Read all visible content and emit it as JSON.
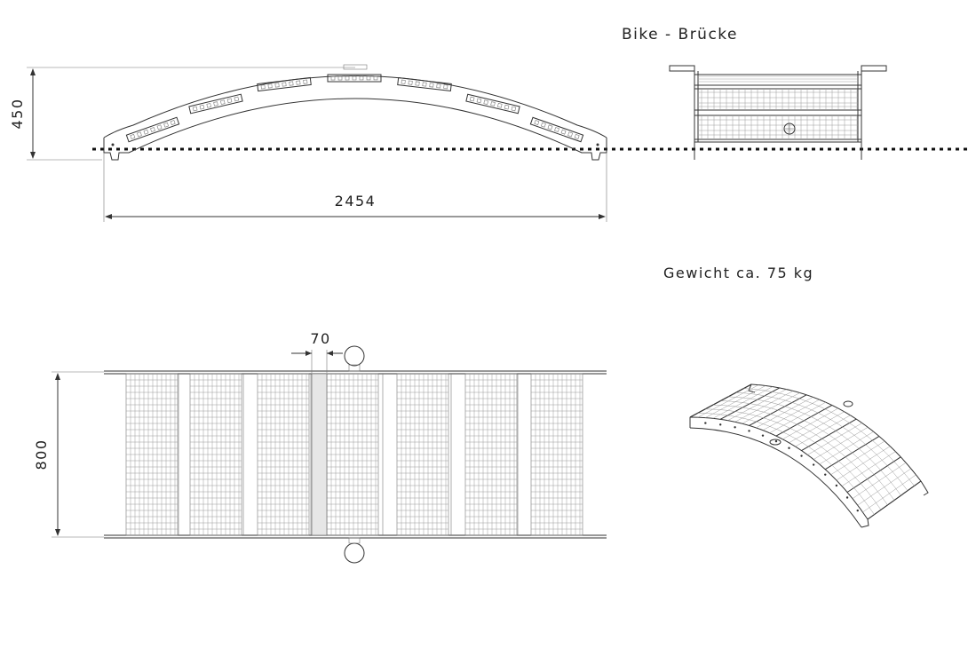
{
  "title": "Bike - Brücke",
  "weight_note": "Gewicht ca. 75 kg",
  "dimensions": {
    "height": "450",
    "length": "2454",
    "width": "800",
    "gap": "70"
  },
  "views": {
    "side": {
      "panel_count": 7
    },
    "top": {
      "panel_count": 7
    },
    "end": {
      "rail_bands": 3
    }
  },
  "colors": {
    "line": "#333333",
    "grid": "#9a9a9a",
    "ground": "#111111"
  }
}
